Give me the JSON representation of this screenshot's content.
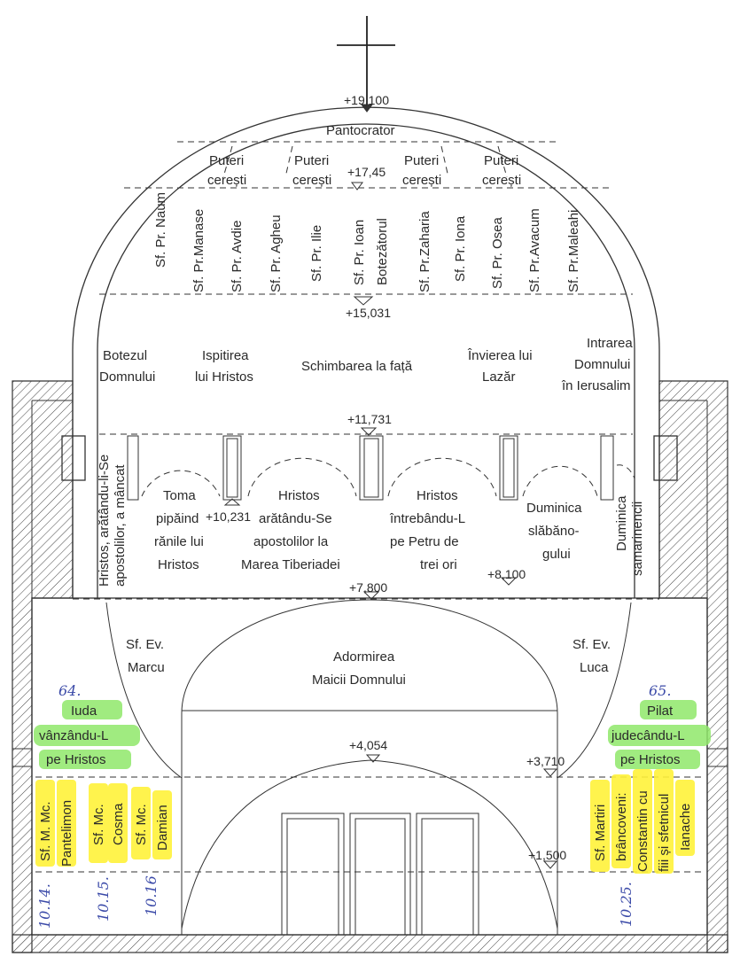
{
  "colors": {
    "line": "#333333",
    "highlight_green": "#8fe86a",
    "highlight_yellow": "#fff23a",
    "handwriting": "#3b4aa8"
  },
  "elevations": {
    "top": "+19,100",
    "pantocrator_level": "+17,45",
    "drum_top": "+15,031",
    "drum_base": "+11,731",
    "window_sill": "+10,231",
    "right_level": "+8,100",
    "vault_springing": "+7,800",
    "inner_vault": "+4,054",
    "side_level": "+3,710",
    "lower_level": "+1,500"
  },
  "dome": {
    "pantocrator": "Pantocrator",
    "puteri": [
      {
        "line1": "Puteri",
        "line2": "cerești"
      },
      {
        "line1": "Puteri",
        "line2": "cerești"
      },
      {
        "line1": "Puteri",
        "line2": "cerești"
      },
      {
        "line1": "Puteri",
        "line2": "cerești"
      }
    ],
    "prophets": [
      {
        "name": "Sf. Pr. Naum"
      },
      {
        "name": "Sf. Pr.Manase"
      },
      {
        "name": "Sf. Pr. Avdie"
      },
      {
        "name": "Sf. Pr. Agheu"
      },
      {
        "name": "Sf. Pr. Ilie"
      },
      {
        "name": "Sf. Pr. Ioan"
      },
      {
        "name": "Botezătorul"
      },
      {
        "name": "Sf. Pr.Zaharia"
      },
      {
        "name": "Sf. Pr. Iona"
      },
      {
        "name": "Sf. Pr. Osea"
      },
      {
        "name": "Sf. Pr.Avacum"
      },
      {
        "name": "Sf. Pr.Maleahi"
      }
    ]
  },
  "feasts": {
    "botezul_1": "Botezul",
    "botezul_2": "Domnului",
    "ispitirea_1": "Ispitirea",
    "ispitirea_2": "lui Hristos",
    "schimbarea": "Schimbarea la față",
    "invierea_1": "Învierea lui",
    "invierea_2": "Lazăr",
    "intrarea_1": "Intrarea",
    "intrarea_2": "Domnului",
    "intrarea_3": "în Ierusalim"
  },
  "drum_scenes": {
    "left_vertical_1": "Hristos, arătându-li-Se",
    "left_vertical_2": "apostolilor, a mâncat",
    "toma": [
      "Toma",
      "pipăind",
      "rănile lui",
      "Hristos"
    ],
    "tiberiadei": [
      "Hristos",
      "arătându-Se",
      "apostolilor la",
      "Marea Tiberiadei"
    ],
    "petru": [
      "Hristos",
      "întrebându-L",
      "pe Petru de",
      "trei ori"
    ],
    "slabanog": [
      "Duminica",
      "slăbăno-",
      "gului"
    ],
    "right_vertical_1": "Duminica",
    "right_vertical_2": "samarinencii"
  },
  "lower": {
    "marcu_1": "Sf. Ev.",
    "marcu_2": "Marcu",
    "luca_1": "Sf. Ev.",
    "luca_2": "Luca",
    "adormirea_1": "Adormirea",
    "adormirea_2": "Maicii Domnului",
    "iuda": [
      "Iuda",
      "vânzându-L",
      "pe Hristos"
    ],
    "pilat": [
      "Pilat",
      "judecându-L",
      "pe Hristos"
    ],
    "left_saints": [
      {
        "line1": "Sf. M. Mc.",
        "line2": "Pantelimon"
      },
      {
        "line1": "Sf. Mc.",
        "line2": "Cosma"
      },
      {
        "line1": "Sf. Mc.",
        "line2": "Damian"
      }
    ],
    "right_saints": [
      "Sf. Martiri",
      "brâncoveni:",
      "Constantin cu",
      "fiii și sfetnicul",
      "Ianache"
    ]
  },
  "handwritten": {
    "n64": "64.",
    "n65": "65.",
    "n1014": "10.14.",
    "n1015": "10.15.",
    "n1016": "10.16",
    "n1025": "10.25."
  }
}
